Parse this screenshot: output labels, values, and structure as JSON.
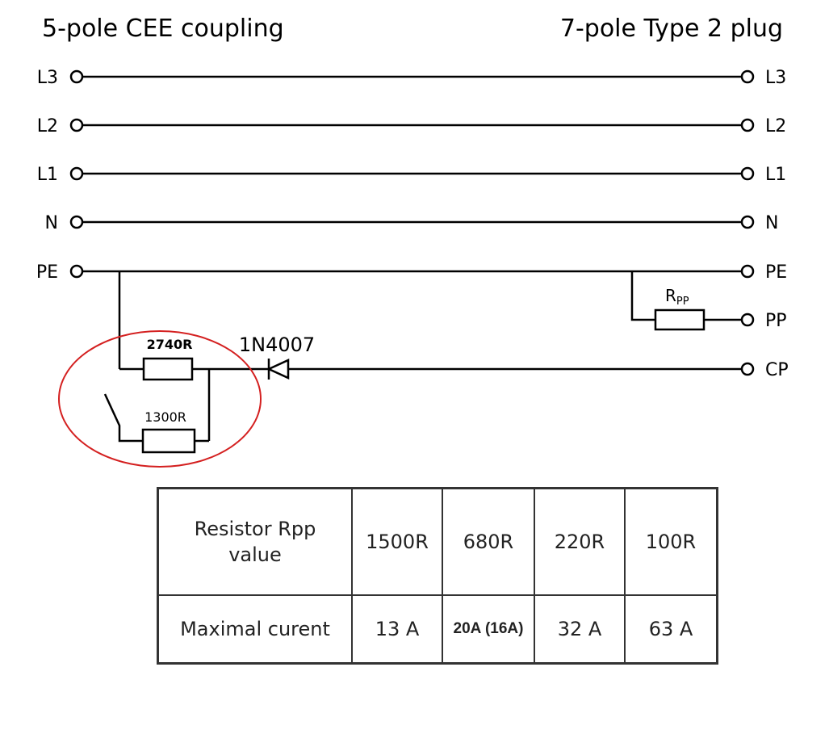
{
  "titles": {
    "left": "5-pole CEE coupling",
    "right": "7-pole Type 2 plug"
  },
  "left_pins": [
    "L3",
    "L2",
    "L1",
    "N",
    "PE"
  ],
  "right_pins": [
    "L3",
    "L2",
    "L1",
    "N",
    "PE",
    "PP",
    "CP"
  ],
  "components": {
    "resistor_top": "2740R",
    "resistor_bottom": "1300R",
    "diode": "1N4007",
    "rpp_main": "R",
    "rpp_sub": "PP"
  },
  "colors": {
    "highlight_ellipse": "#d42020",
    "wire": "#000000"
  },
  "table": {
    "header_line1": "Resistor Rpp",
    "header_line2": "value",
    "row_label": "Maximal curent",
    "resistor_values": [
      "1500R",
      "680R",
      "220R",
      "100R"
    ],
    "current_values": [
      "13 A",
      "20A (16A)",
      "32 A",
      "63 A"
    ]
  }
}
